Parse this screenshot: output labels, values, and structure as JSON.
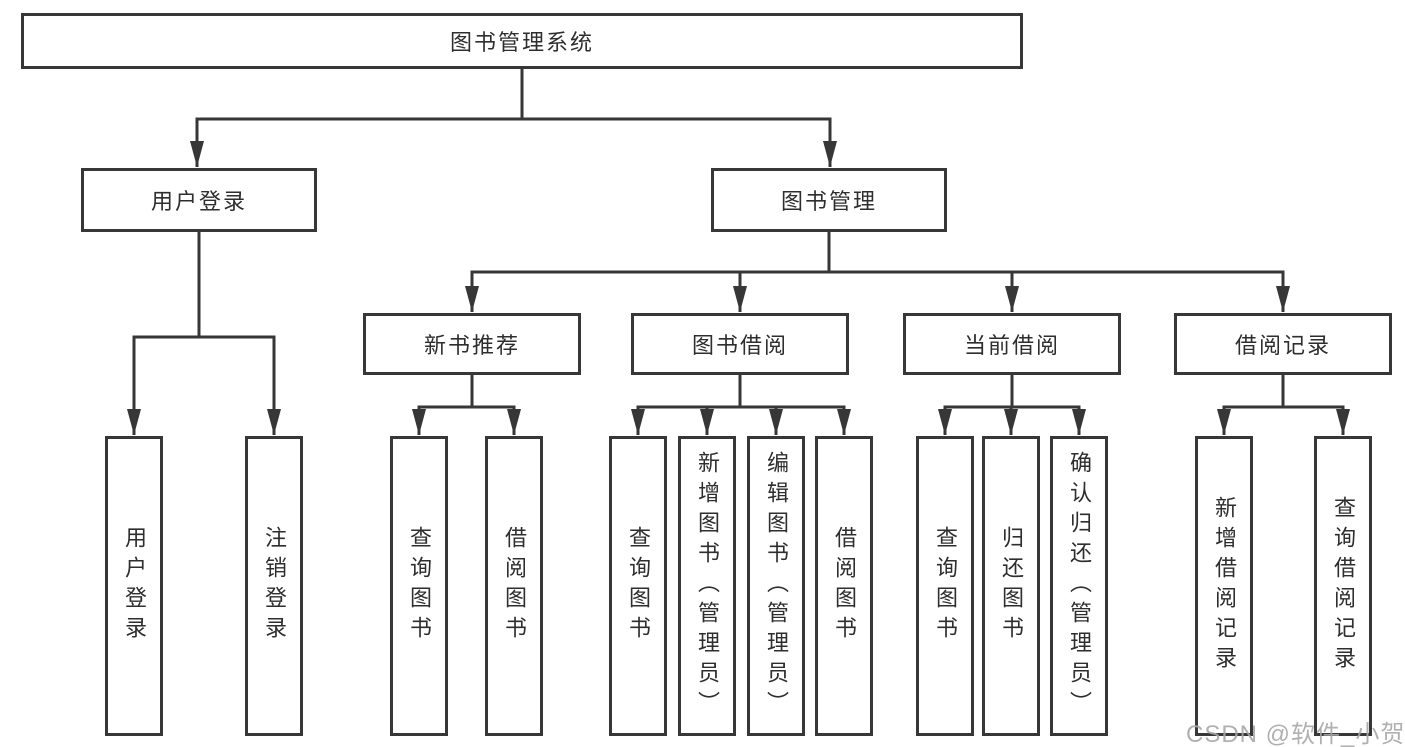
{
  "diagram": {
    "type": "hierarchy-tree",
    "colors": {
      "line": "#373737",
      "box_border": "#373737",
      "text": "#2e2e2e",
      "background": "#ffffff",
      "watermark": "#a8a8a8"
    },
    "tree": {
      "root": {
        "label": "图书管理系统"
      },
      "branches": [
        {
          "label": "用户登录",
          "children": [
            {
              "label": "用户登录"
            },
            {
              "label": "注销登录"
            }
          ]
        },
        {
          "label": "图书管理",
          "children": [
            {
              "label": "新书推荐",
              "children": [
                {
                  "label": "查询图书"
                },
                {
                  "label": "借阅图书"
                }
              ]
            },
            {
              "label": "图书借阅",
              "children": [
                {
                  "label": "查询图书"
                },
                {
                  "label": "新增图书（管理员）"
                },
                {
                  "label": "编辑图书（管理员）"
                },
                {
                  "label": "借阅图书"
                }
              ]
            },
            {
              "label": "当前借阅",
              "children": [
                {
                  "label": "查询图书"
                },
                {
                  "label": "归还图书"
                },
                {
                  "label": "确认归还（管理员）"
                }
              ]
            },
            {
              "label": "借阅记录",
              "children": [
                {
                  "label": "新增借阅记录"
                },
                {
                  "label": "查询借阅记录"
                }
              ]
            }
          ]
        }
      ]
    },
    "watermark": {
      "text": "CSDN @软件_小贺同学"
    }
  }
}
